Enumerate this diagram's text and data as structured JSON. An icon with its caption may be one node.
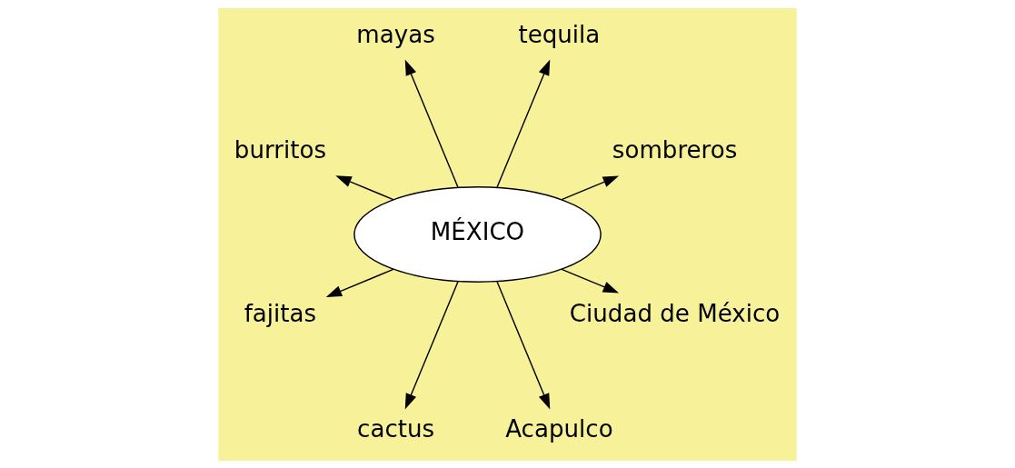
{
  "diagram": {
    "nodes": [
      {
        "text": [
          "MÉXICO"
        ]
      },
      {
        "text": [
          "sombreros"
        ]
      },
      {
        "text": [
          "tequila"
        ]
      },
      {
        "text": [
          "mayas"
        ]
      },
      {
        "text": [
          "burritos"
        ]
      },
      {
        "text": [
          "fajitas"
        ]
      },
      {
        "text": [
          "cactus"
        ]
      },
      {
        "text": [
          "Acapulco"
        ]
      },
      {
        "text": [
          "Ciudad de México"
        ]
      }
    ],
    "edges": [
      {
        "from": 0,
        "to": 1,
        "arrow": "to"
      },
      {
        "from": 0,
        "to": 2,
        "arrow": "to"
      },
      {
        "from": 0,
        "to": 3,
        "arrow": "to"
      },
      {
        "from": 0,
        "to": 4,
        "arrow": "to"
      },
      {
        "from": 0,
        "to": 5,
        "arrow": "to"
      },
      {
        "from": 0,
        "to": 6,
        "arrow": "to"
      },
      {
        "from": 0,
        "to": 7,
        "arrow": "to"
      },
      {
        "from": 0,
        "to": 8,
        "arrow": "to"
      }
    ]
  }
}
